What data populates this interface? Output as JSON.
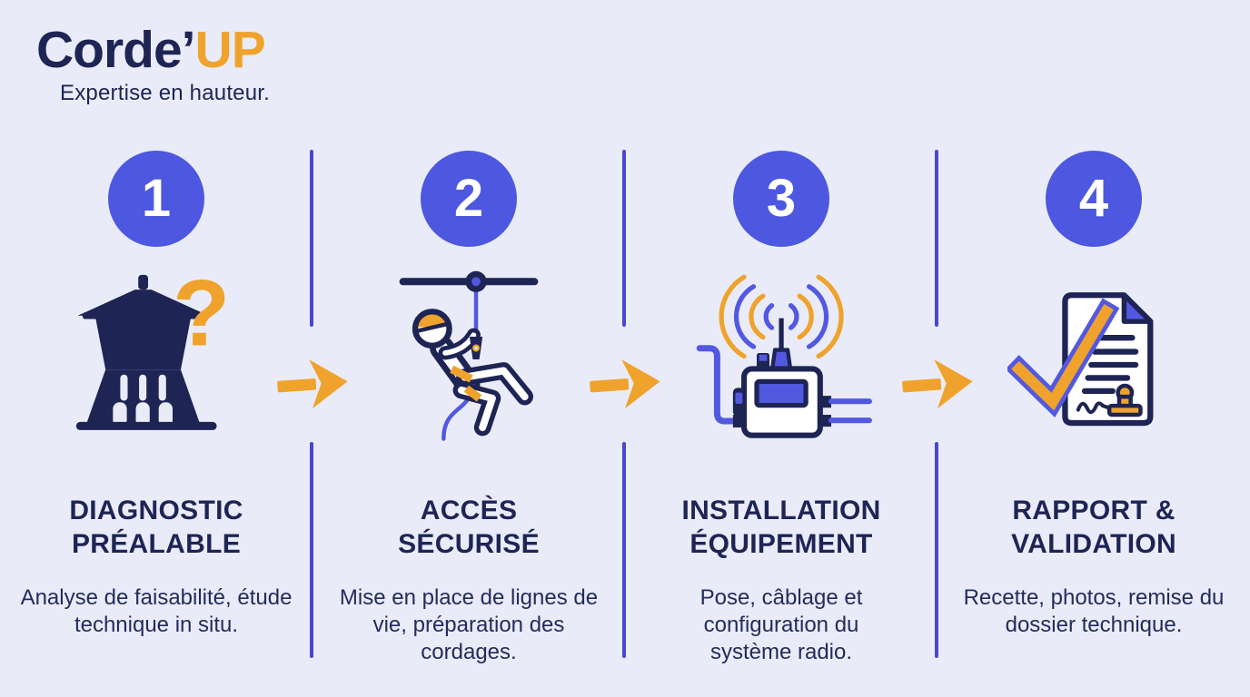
{
  "brand": {
    "name_primary": "Corde’",
    "name_accent": "UP",
    "tagline": "Expertise en hauteur."
  },
  "colors": {
    "background": "#e9ecf8",
    "navy": "#1e2454",
    "orange": "#efa32d",
    "circle_blue": "#4d57e0",
    "divider_blue": "#4b46d2",
    "icon_blue": "#5358e0"
  },
  "steps": [
    {
      "number": "1",
      "icon": "water-tower-question-icon",
      "question_mark": "?",
      "title_line1": "DIAGNOSTIC",
      "title_line2": "PRÉALABLE",
      "description": "Analyse de faisabilité, étude technique in situ."
    },
    {
      "number": "2",
      "icon": "rope-access-climber-icon",
      "title_line1": "ACCÈS",
      "title_line2": "SÉCURISÉ",
      "description": "Mise en place de lignes de vie, préparation des cordages."
    },
    {
      "number": "3",
      "icon": "radio-antenna-icon",
      "title_line1": "INSTALLATION",
      "title_line2": "ÉQUIPEMENT",
      "description": "Pose, câblage et configuration du système radio."
    },
    {
      "number": "4",
      "icon": "report-checkmark-icon",
      "title_line1": "RAPPORT &",
      "title_line2": "VALIDATION",
      "description": "Recette, photos, remise du dossier technique."
    }
  ]
}
